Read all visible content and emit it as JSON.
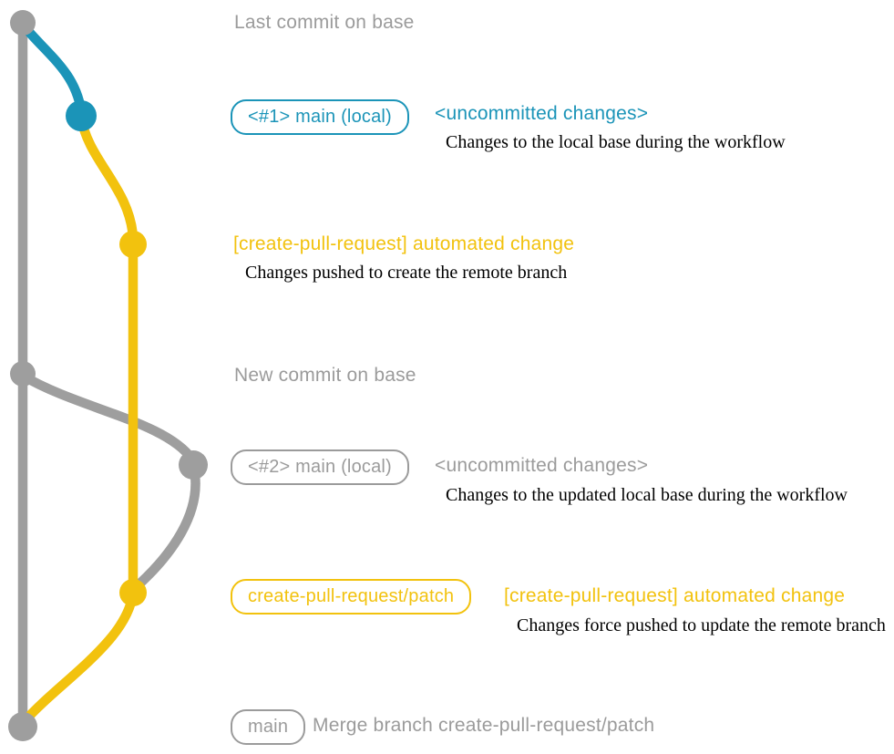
{
  "colors": {
    "teal": "#1b94b8",
    "yellow": "#f2c20e",
    "gray_line": "#9e9e9e",
    "gray_text": "#9b9b9b",
    "ink": "#000000",
    "background": "#ffffff"
  },
  "annotations": {
    "last_commit_label": "Last commit on base",
    "workflow1": {
      "branch_badge": "<#1> main (local)",
      "status": "<uncommitted changes>",
      "status_note": "Changes to the local base during the workflow",
      "push_title": "[create-pull-request] automated change",
      "push_note": "Changes pushed to create the remote branch"
    },
    "new_commit_label": "New commit on base",
    "workflow2": {
      "branch_badge": "<#2> main (local)",
      "status": "<uncommitted changes>",
      "status_note": "Changes to the updated local base during the workflow",
      "remote_badge": "create-pull-request/patch",
      "push_title": "[create-pull-request] automated change",
      "push_note": "Changes force pushed to update the remote branch"
    },
    "merge": {
      "branch_badge": "main",
      "commit_message": "Merge branch create-pull-request/patch"
    }
  }
}
